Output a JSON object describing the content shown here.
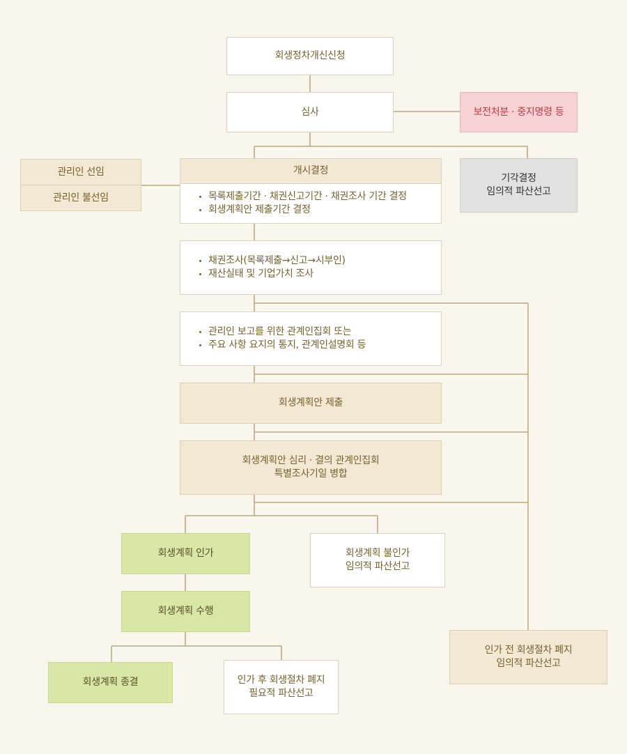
{
  "nodes": {
    "application": "회생정차개신신청",
    "review": "심사",
    "preservation": "보전처분 · 중지명령 등",
    "commencement": {
      "title": "개시결정",
      "bullets": [
        "목록제출기간 · 채권신고기간 · 채권조사 기간 결정",
        "회생계획안 제출기간 결정"
      ]
    },
    "dismissal": [
      "기각결정",
      "임의적 파산선고"
    ],
    "trustee": [
      "관리인 선임",
      "관리인 불선임"
    ],
    "investigation": [
      "채권조사(목록제출→신고→시부인)",
      "재산실태 및 기업가치 조사"
    ],
    "meeting": [
      "관리인 보고를 위한 관계인집회 또는",
      "주요 사항 요지의 통지, 관계인설명회 등"
    ],
    "plan_submission": "회생계획안 제출",
    "plan_review": [
      "회생계획안 심리 · 결의 관계인집회",
      "특별조사기일 병합"
    ],
    "approval": "회생계획 인가",
    "disapproval": [
      "회생계획 불인가",
      "임의적 파산선고"
    ],
    "execution": "회생계획 수행",
    "termination": "회생계획 종결",
    "post_abolition": [
      "인가 후 회생절차 폐지",
      "필요적 파산선고"
    ],
    "pre_abolition": [
      "인가 전 회생절차 폐지",
      "임의적 파산선고"
    ]
  },
  "colors": {
    "background": "#f9f6ee",
    "line": "#b8a77a",
    "text": "#75622f",
    "beige_fill": "#f2e8d3",
    "green_fill": "#d9e7a6",
    "pink_fill": "#f7d2d4",
    "pink_text": "#c0393f",
    "grey_fill": "#e1e1e1"
  }
}
